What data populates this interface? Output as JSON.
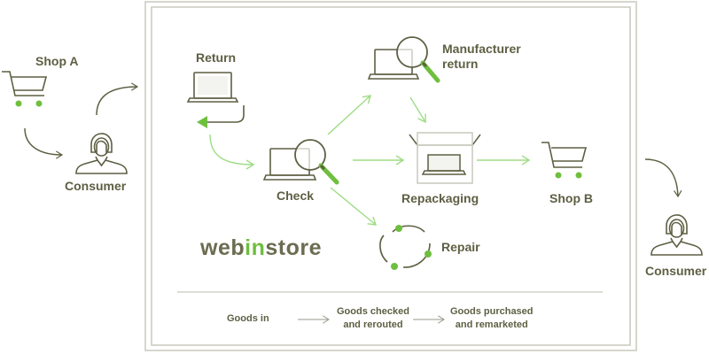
{
  "labels": {
    "shop_a": "Shop A",
    "consumer_left": "Consumer",
    "return": "Return",
    "manufacturer_return_line1": "Manufacturer",
    "manufacturer_return_line2": "return",
    "check": "Check",
    "repackaging": "Repackaging",
    "shop_b": "Shop B",
    "repair": "Repair",
    "consumer_right": "Consumer"
  },
  "logo": {
    "part1": "web",
    "part2": "in",
    "part3": "store"
  },
  "flow": {
    "goods_in": "Goods in",
    "goods_checked_line1": "Goods checked",
    "goods_checked_line2": "and rerouted",
    "goods_purchased_line1": "Goods purchased",
    "goods_purchased_line2": "and remarketed"
  },
  "colors": {
    "dark": "#5e5f43",
    "green": "#6fbf3f",
    "light_green": "#9fdc86",
    "border": "#c9c9bd"
  }
}
